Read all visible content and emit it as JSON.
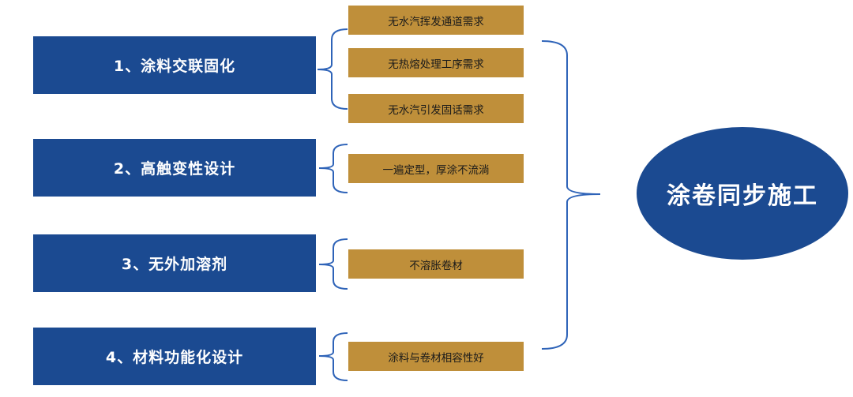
{
  "title_node": "涂卷同步施工",
  "categories": [
    {
      "label": "1、涂料交联固化",
      "items": [
        "无水汽挥发通道需求",
        "无热熔处理工序需求",
        "无水汽引发固话需求"
      ]
    },
    {
      "label": "2、高触变性设计",
      "items": [
        "一遍定型，厚涂不流淌"
      ]
    },
    {
      "label": "3、无外加溶剂",
      "items": [
        "不溶胀卷材"
      ]
    },
    {
      "label": "4、材料功能化设计",
      "items": [
        "涂料与卷材相容性好"
      ]
    }
  ],
  "colors": {
    "blue": "#1b4a91",
    "gold": "#bf8f3a",
    "line": "#2e63b8"
  }
}
